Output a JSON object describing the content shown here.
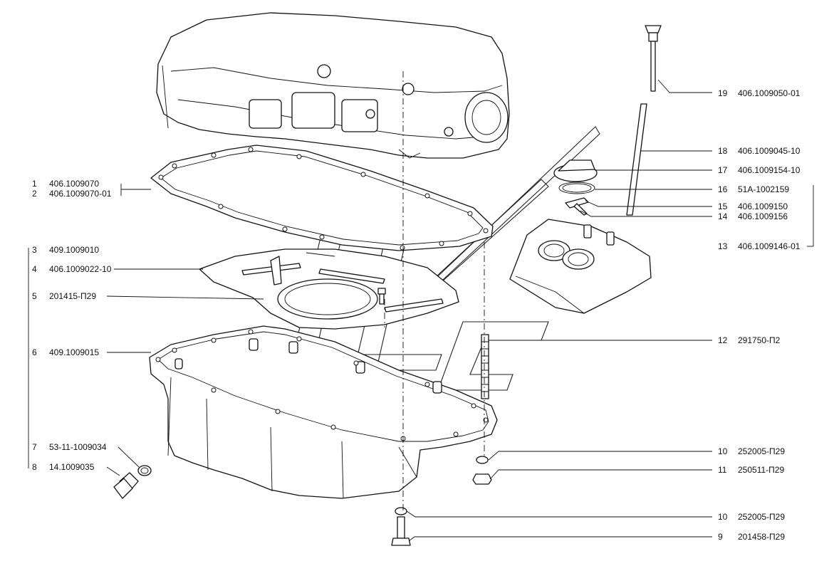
{
  "callouts": [
    {
      "num": "1",
      "part": "406.1009070"
    },
    {
      "num": "2",
      "part": "406.1009070-01"
    },
    {
      "num": "3",
      "part": "409.1009010"
    },
    {
      "num": "4",
      "part": "406.1009022-10"
    },
    {
      "num": "5",
      "part": "201415-П29"
    },
    {
      "num": "6",
      "part": "409.1009015"
    },
    {
      "num": "7",
      "part": "53-11-1009034"
    },
    {
      "num": "8",
      "part": "14.1009035"
    },
    {
      "num": "19",
      "part": "406.1009050-01"
    },
    {
      "num": "18",
      "part": "406.1009045-10"
    },
    {
      "num": "17",
      "part": "406.1009154-10"
    },
    {
      "num": "16",
      "part": "51А-1002159"
    },
    {
      "num": "15",
      "part": "406.1009150"
    },
    {
      "num": "14",
      "part": "406.1009156"
    },
    {
      "num": "13",
      "part": "406.1009146-01"
    },
    {
      "num": "12",
      "part": "291750-П2"
    },
    {
      "num": "10",
      "part": "252005-П29"
    },
    {
      "num": "11",
      "part": "250511-П29"
    },
    {
      "num": "10",
      "part": "252005-П29"
    },
    {
      "num": "9",
      "part": "201458-П29"
    }
  ]
}
